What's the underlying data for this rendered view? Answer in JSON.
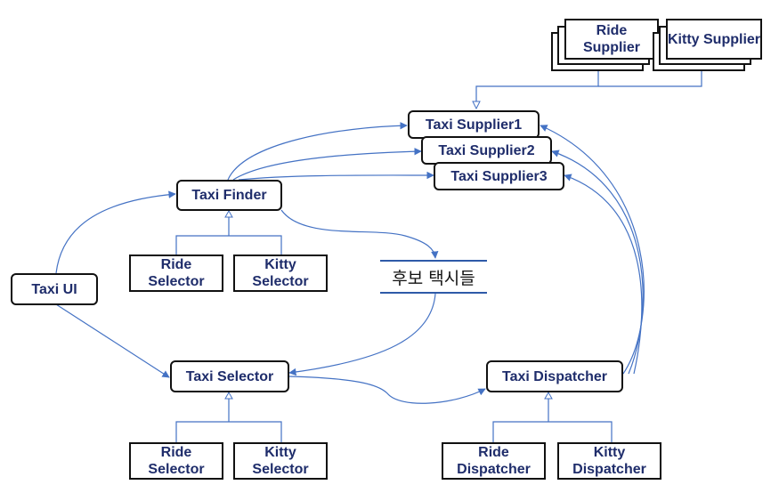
{
  "colors": {
    "connector": "#4472c4",
    "text": "#1f2d6b",
    "border": "#111111"
  },
  "suppliers_stack": {
    "ride": "Ride Supplier",
    "kitty": "Kitty Supplier"
  },
  "taxi_suppliers": [
    "Taxi Supplier1",
    "Taxi Supplier2",
    "Taxi Supplier3"
  ],
  "finder": {
    "title": "Taxi Finder",
    "ride": "Ride Selector",
    "kitty": "Kitty Selector"
  },
  "candidates_store": "후보 택시들",
  "ui": "Taxi UI",
  "selector": {
    "title": "Taxi Selector",
    "ride": "Ride Selector",
    "kitty": "Kitty Selector"
  },
  "dispatcher": {
    "title": "Taxi Dispatcher",
    "ride": "Ride Dispatcher",
    "kitty": "Kitty Dispatcher"
  }
}
